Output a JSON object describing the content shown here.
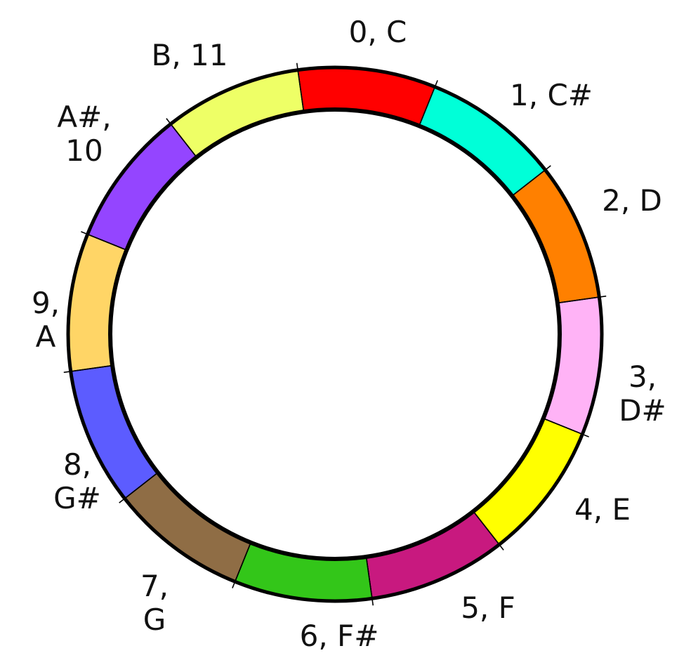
{
  "segments": [
    {
      "pc": "0",
      "name": "C",
      "color": "#ff0000",
      "label_lines": [
        "0, C"
      ]
    },
    {
      "pc": "1",
      "name": "C#",
      "color": "#00ffd8",
      "label_lines": [
        "1, C#"
      ]
    },
    {
      "pc": "2",
      "name": "D",
      "color": "#ff8000",
      "label_lines": [
        "2, D"
      ]
    },
    {
      "pc": "3",
      "name": "D#",
      "color": "#ffb3f6",
      "label_lines": [
        "3,",
        "D#"
      ]
    },
    {
      "pc": "4",
      "name": "E",
      "color": "#ffff00",
      "label_lines": [
        "4, E"
      ]
    },
    {
      "pc": "5",
      "name": "F",
      "color": "#c8197f",
      "label_lines": [
        "5, F"
      ]
    },
    {
      "pc": "6",
      "name": "F#",
      "color": "#33c619",
      "label_lines": [
        "6, F#"
      ]
    },
    {
      "pc": "7",
      "name": "G",
      "color": "#8f6d45",
      "label_lines": [
        "7,",
        "G"
      ]
    },
    {
      "pc": "8",
      "name": "G#",
      "color": "#5c5cff",
      "label_lines": [
        "8,",
        "G#"
      ]
    },
    {
      "pc": "9",
      "name": "A",
      "color": "#ffd566",
      "label_lines": [
        "9,",
        "A"
      ]
    },
    {
      "pc": "10",
      "name": "A#",
      "color": "#9445ff",
      "label_lines": [
        "A#,",
        "10"
      ]
    },
    {
      "pc": "11",
      "name": "B",
      "color": "#eeff66",
      "label_lines": [
        "B, 11"
      ]
    }
  ]
}
